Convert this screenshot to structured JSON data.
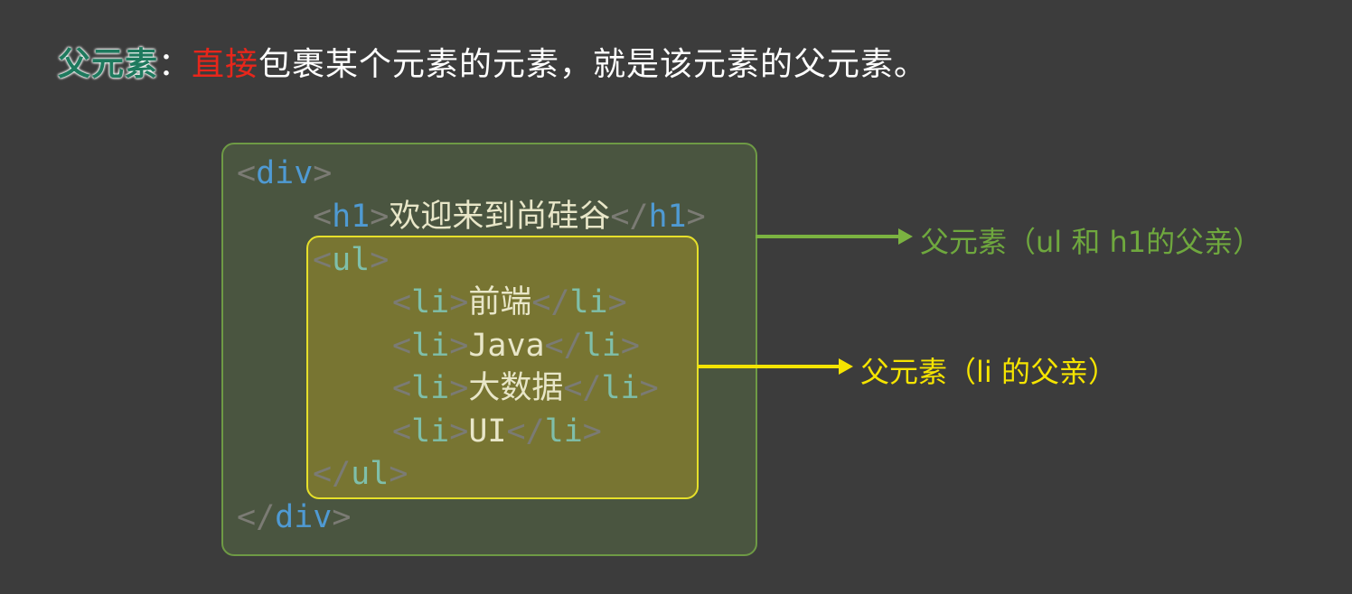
{
  "title": {
    "term": "父元素",
    "colon": "：",
    "emphasis": "直接",
    "rest": "包裹某个元素的元素，就是该元素的父元素。"
  },
  "code": {
    "div_open": "div",
    "h1": "h1",
    "h1_text": "欢迎来到尚硅谷",
    "ul": "ul",
    "li": "li",
    "items": [
      "前端",
      "Java",
      "大数据",
      "UI"
    ],
    "div_close": "div"
  },
  "annotations": [
    {
      "text": "父元素（ul 和 h1的父亲）",
      "color": "#6fa83e"
    },
    {
      "text": "父元素（li 的父亲）",
      "color": "#f5e400"
    }
  ],
  "colors": {
    "background": "#3c3c3c",
    "term": "#1e7a5e",
    "emphasis": "#e8261b",
    "outer_box": "#6e9a45",
    "inner_box": "#e6e02a"
  }
}
